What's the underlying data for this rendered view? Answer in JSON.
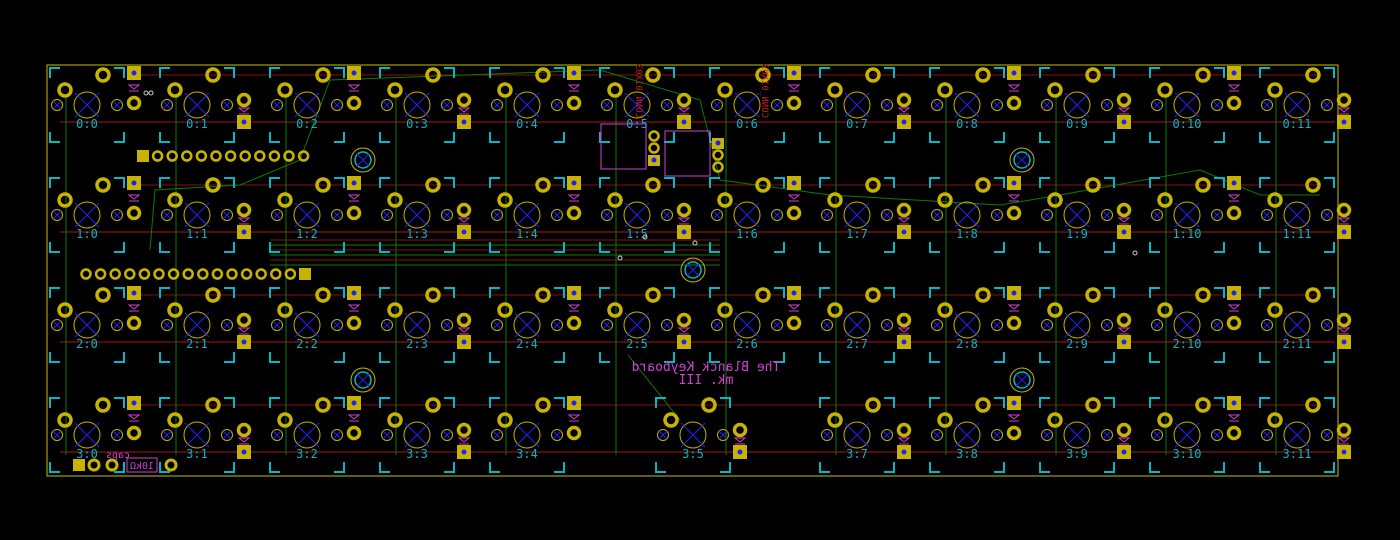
{
  "board": {
    "title_line1": "The Blanck Keyboard",
    "title_line2": "mk. III",
    "connector_left": "CONN_01X03",
    "connector_right": "CONN_01X03",
    "caps_label": "caps",
    "resistor_label": "10kΩ"
  },
  "keys": [
    [
      "0:0",
      "0:1",
      "0:2",
      "0:3",
      "0:4",
      "0:5",
      "0:6",
      "0:7",
      "0:8",
      "0:9",
      "0:10",
      "0:11"
    ],
    [
      "1:0",
      "1:1",
      "1:2",
      "1:3",
      "1:4",
      "1:5",
      "1:6",
      "1:7",
      "1:8",
      "1:9",
      "1:10",
      "1:11"
    ],
    [
      "2:0",
      "2:1",
      "2:2",
      "2:3",
      "2:4",
      "2:5",
      "2:6",
      "2:7",
      "2:8",
      "2:9",
      "2:10",
      "2:11"
    ],
    [
      "3:0",
      "3:1",
      "3:2",
      "3:3",
      "3:4",
      "3:5",
      "",
      "3:7",
      "3:8",
      "3:9",
      "3:10",
      "3:11"
    ]
  ],
  "colors": {
    "background": "#000000",
    "outline": "#c8c000",
    "pad": "#c8b400",
    "courtyard": "#00b8c8",
    "front_copper": "#8a1010",
    "back_copper": "#0a7a0a",
    "silkscreen": "#d040d0",
    "drill": "#2020ff"
  }
}
